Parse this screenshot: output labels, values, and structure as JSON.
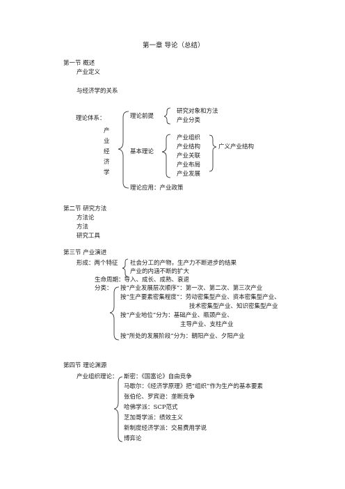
{
  "title": "第一章  导论（总结）",
  "s1": {
    "heading": "第一节  概述",
    "def": "产业定义",
    "relation": "与经济学的关系",
    "system_label": "理论体系：",
    "vertical": [
      "产",
      "业",
      "经",
      "济",
      "学"
    ],
    "premise": "理论前提",
    "premise_items": [
      "研究对象和方法",
      "产业分类"
    ],
    "basic": "基本理论",
    "basic_items": [
      "产业组织",
      "产业结构",
      "产业关联",
      "产业布局",
      "产业发展"
    ],
    "broad": "广义产业结构",
    "application": "理论应用：产业政策"
  },
  "s2": {
    "heading": "第二节  研究方法",
    "items": [
      "方法论",
      "方法",
      "研究工具"
    ]
  },
  "s3": {
    "heading": "第三节  产业演进",
    "formation_label": "形成：两个特征",
    "formation_items": [
      "社会分工的产物，生产力不断进步的结果",
      "产业的内涵不断的扩大"
    ],
    "lifecycle": "生命周期：导入、成长、成熟、衰退",
    "class_label": "分类：",
    "class_lines": [
      "按“产业发展层次顺序”：第一次、第二次、第三次产业",
      "按“生产要素密集程度”：劳动密集型产业、资本密集型产业、",
      "技术密集型产业、知识密集型产业",
      "按“产业地位”分为：基础产业、瓶颈产业、",
      "主导产业、支柱产业",
      "按“所处的发展阶段”分为：朝阳产业、夕阳产业"
    ]
  },
  "s4": {
    "heading": "第四节  理论渊源",
    "org_label": "产业组织理论：",
    "items": [
      "斯密：《国富论》自由竞争",
      "马歇尔：《经济学原理》把“组织”作为生产的基本要素",
      "张伯伦、罗宾逊：垄断竞争",
      "哈佛学派：SCP范式",
      "芝加哥学派：绩效主义",
      "新制度经济学派：交易费用学说",
      "博弈论"
    ]
  }
}
